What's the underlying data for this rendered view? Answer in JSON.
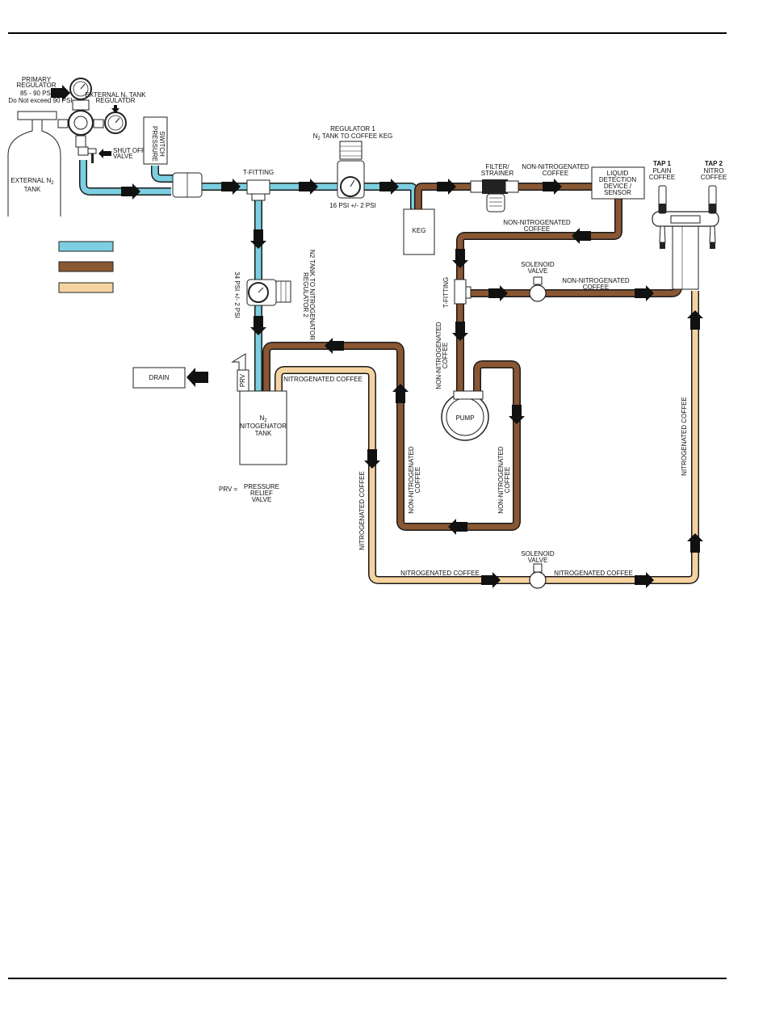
{
  "colors": {
    "n2_gas": "#7ccfe0",
    "non_nitro_coffee": "#8a5733",
    "nitro_coffee": "#f5d3a0",
    "pipe_outline": "#1a1a1a",
    "arrow": "#111111",
    "rule": "#000000"
  },
  "tank": {
    "label_line1": "EXTERNAL N",
    "label_sub": "2",
    "label_line2": "TANK"
  },
  "primary_regulator": {
    "title_line1": "PRIMARY",
    "title_line2": "REGULATOR",
    "pressure": "85 - 90 PSI",
    "warning": "Do Not exceed 90 PSI"
  },
  "external_tank_regulator": {
    "line1_a": "EXTERNAL N",
    "line1_sub": "2",
    "line1_b": " TANK",
    "line2": "REGULATOR"
  },
  "shutoff_valve": {
    "line1": "SHUT OFF",
    "line2": "VALVE"
  },
  "pressure_switch": {
    "line1": "PRESSURE",
    "line2": "SWITCH"
  },
  "t_fitting_top": "T-FITTING",
  "regulator1": {
    "line1": "REGULATOR 1",
    "line2_a": "N",
    "line2_sub": "2",
    "line2_b": " TANK TO COFFEE KEG",
    "pressure": "16 PSI +/- 2 PSI"
  },
  "keg": "KEG",
  "filter": {
    "line1": "FILTER/",
    "line2": "STRAINER"
  },
  "non_nitro_top": {
    "line1": "NON-NITROGENATED",
    "line2": "COFFEE"
  },
  "liquid_sensor": {
    "line1": "LIQUID",
    "line2": "DETECTION",
    "line3": "DEVICE /",
    "line4": "SENSOR"
  },
  "tap1": {
    "title": "TAP 1",
    "line1": "PLAIN",
    "line2": "COFFEE"
  },
  "tap2": {
    "title": "TAP 2",
    "line1": "NITRO",
    "line2": "COFFEE"
  },
  "non_nitro_return": {
    "line1": "NON-NITROGENATED",
    "line2": "COFFEE"
  },
  "t_fitting_right": "T-FITTING",
  "solenoid_upper": {
    "line1": "SOLENOID",
    "line2": "VALVE"
  },
  "non_nitro_to_tap": {
    "line1": "NON-NITROGENATED",
    "line2": "COFFEE"
  },
  "regulator2": {
    "line1": "REGULATOR 2",
    "line2": "N2 TANK TO NITROGENATOR",
    "pressure": "34 PSI +/- 2 PSI"
  },
  "drain": "DRAIN",
  "prv": "PRV",
  "nitrogenator_tank": {
    "line1_a": "N",
    "line1_sub": "2",
    "line2": "NITOGENATOR",
    "line3": "TANK"
  },
  "prv_legend": {
    "key": "PRV =",
    "line1": "PRESSURE",
    "line2": "RELIEF",
    "line3": "VALVE"
  },
  "nitro_coffee_top": "NITROGENATED COFFEE",
  "nitro_coffee_left_vertical": "NITROGENATED COFFEE",
  "non_nitro_vertical_a": {
    "line1": "NON-NITROGENATED",
    "line2": "COFFEE"
  },
  "non_nitro_vertical_b": {
    "line1": "NON-NITROGENATED",
    "line2": "COFFEE"
  },
  "non_nitro_vertical_c": {
    "line1": "NON-NITROGENATED",
    "line2": "COFFEE"
  },
  "pump": "PUMP",
  "solenoid_lower": {
    "line1": "SOLENOID",
    "line2": "VALVE"
  },
  "nitro_bottom_left": "NITROGENATED COFFEE",
  "nitro_bottom_right": "NITROGENATED COFFEE",
  "nitro_right_vertical": "NITROGENATED COFFEE"
}
